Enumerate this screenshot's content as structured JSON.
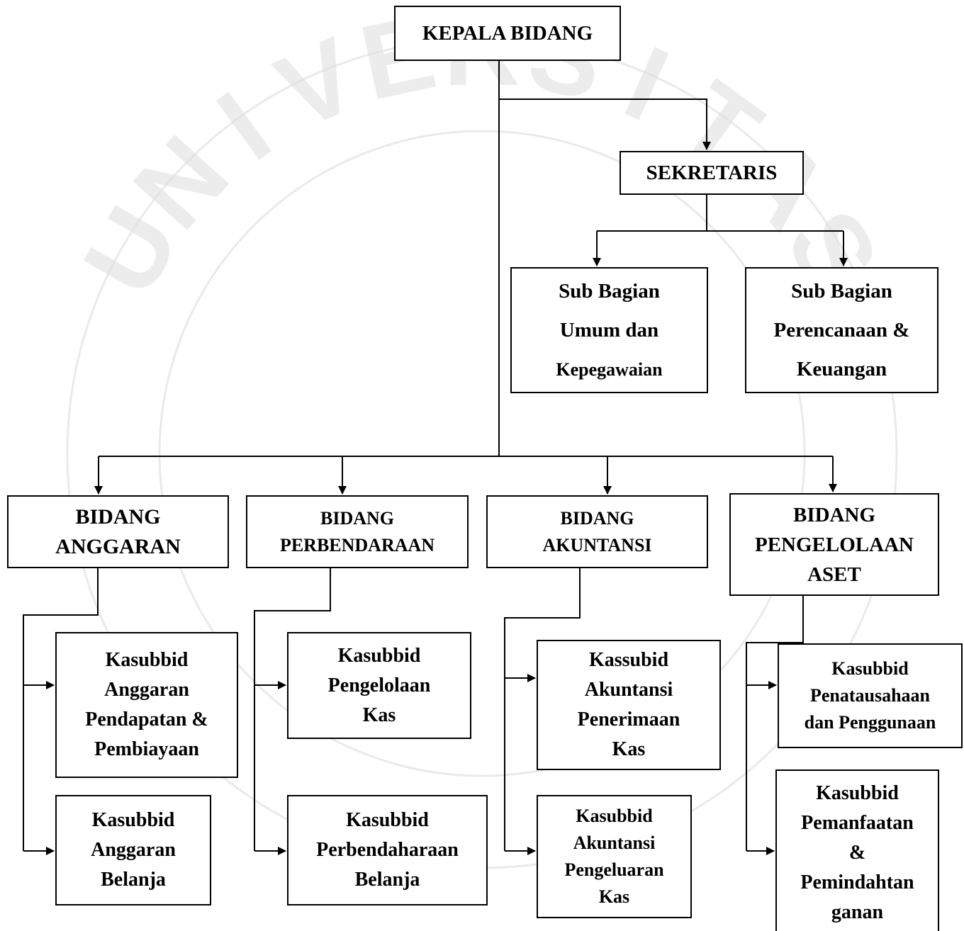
{
  "org_chart": {
    "head": "KEPALA BIDANG",
    "secretary": "SEKRETARIS",
    "sub_umum": [
      "Sub Bagian",
      "Umum dan",
      "Kepegawaian"
    ],
    "sub_keuangan": [
      "Sub Bagian",
      "Perencanaan &",
      "Keuangan"
    ],
    "anggaran": {
      "title": [
        "BIDANG",
        "ANGGARAN"
      ],
      "sub1": [
        "Kasubbid",
        "Anggaran",
        "Pendapatan &",
        "Pembiayaan"
      ],
      "sub2": [
        "Kasubbid",
        "Anggaran",
        "Belanja"
      ]
    },
    "perbendaraan": {
      "title": [
        "BIDANG",
        "PERBENDARAAN"
      ],
      "sub1": [
        "Kasubbid",
        "Pengelolaan",
        "Kas"
      ],
      "sub2": [
        "Kasubbid",
        "Perbendaharaan",
        "Belanja"
      ]
    },
    "akuntansi": {
      "title": [
        "BIDANG",
        "AKUNTANSI"
      ],
      "sub1": [
        "Kassubid",
        "Akuntansi",
        "Penerimaan",
        "Kas"
      ],
      "sub2": [
        "Kasubbid",
        "Akuntansi",
        "Pengeluaran",
        "Kas"
      ]
    },
    "aset": {
      "title": [
        "BIDANG",
        "PENGELOLAAN",
        "ASET"
      ],
      "sub1": [
        "Kasubbid",
        "Penatausahaan",
        "dan Penggunaan"
      ],
      "sub2": [
        "Kasubbid",
        "Pemanfaatan",
        "&",
        "Pemindahtan",
        "ganan"
      ]
    }
  },
  "watermark": {
    "text": "UNIVERSITAS JEMBER",
    "color": "#c9c9c9"
  }
}
